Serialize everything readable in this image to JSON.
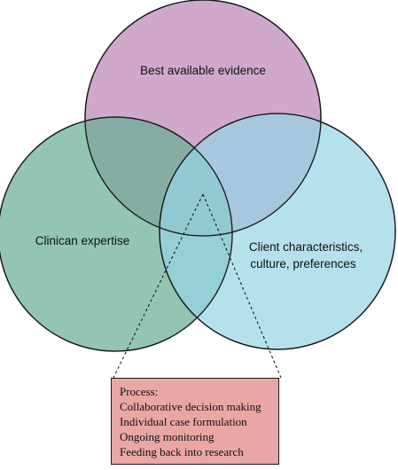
{
  "circles": {
    "evidence": {
      "label": "Best available evidence",
      "color": "#c38fbc"
    },
    "expertise": {
      "label": "Clinican expertise",
      "color": "#6aaf94"
    },
    "client": {
      "label_lines": [
        "Client characteristics,",
        "culture, preferences"
      ],
      "color": "#96d4e6"
    }
  },
  "process": {
    "title": "Process:",
    "items": [
      "Collaborative decision making",
      "Individual case formulation",
      "Ongoing monitoring",
      "Feeding back into research"
    ],
    "color": "#e8a7a5"
  }
}
